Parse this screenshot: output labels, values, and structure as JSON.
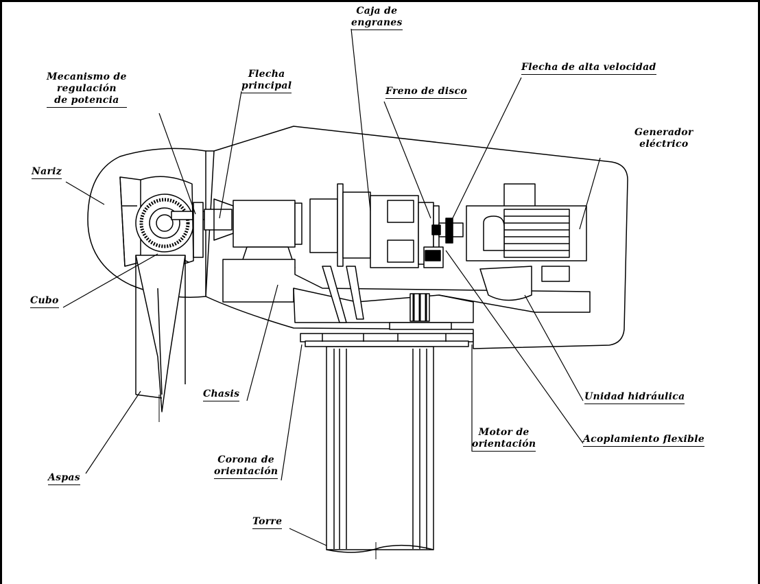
{
  "labels": {
    "mecanismo": "Mecanismo de\nregulación\nde potencia",
    "flecha_principal": "Flecha\nprincipal",
    "caja_engranes": "Caja de\nengranes",
    "freno_disco": "Freno de disco",
    "flecha_alta": "Flecha de alta velocidad",
    "generador": "Generador\neléctrico",
    "nariz": "Nariz",
    "cubo": "Cubo",
    "chasis": "Chasis",
    "unidad_hidraulica": "Unidad hidráulica",
    "corona": "Corona de\norientación",
    "motor": "Motor de\norientación",
    "acoplamiento": "Acoplamiento flexible",
    "aspas": "Aspas",
    "torre": "Torre"
  }
}
